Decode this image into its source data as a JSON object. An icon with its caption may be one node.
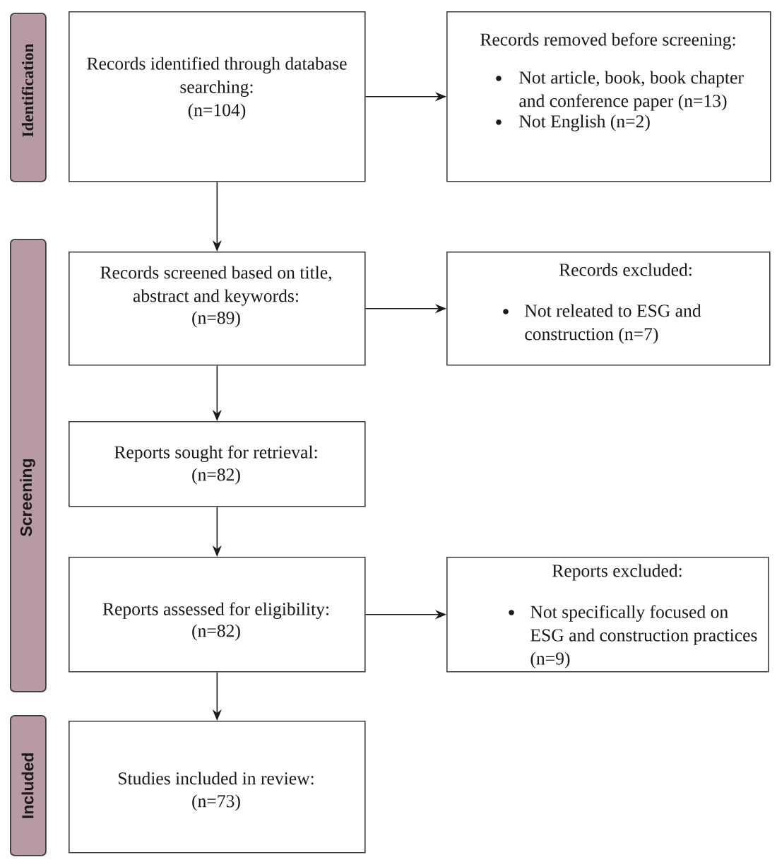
{
  "diagram": {
    "nodes": [
      {
        "text": [
          "Identification"
        ]
      },
      {
        "text": [
          "Records identified through database searching:",
          "(n=104)"
        ]
      },
      {
        "text": [
          "Records removed before screening:",
          "Not article, book, book chapter and conference paper (n=13)",
          "Not English (n=2)"
        ]
      },
      {
        "text": [
          "Screening"
        ]
      },
      {
        "text": [
          "Records screened based on title, abstract and keywords:",
          "(n=89)"
        ]
      },
      {
        "text": [
          "Records excluded:",
          "Not releated to ESG and construction (n=7)"
        ]
      },
      {
        "text": [
          "Reports sought for retrieval:",
          "(n=82)"
        ]
      },
      {
        "text": [
          "Reports assessed for eligibility:",
          "(n=82)"
        ]
      },
      {
        "text": [
          "Reports excluded:",
          "Not specifically focused on ESG and construction practices (n=9)"
        ]
      },
      {
        "text": [
          "Included"
        ]
      },
      {
        "text": [
          "Studies included in review:",
          "(n=73)"
        ]
      }
    ],
    "edges": [
      {
        "from": 1,
        "to": 2,
        "arrow": "to"
      },
      {
        "from": 1,
        "to": 4,
        "arrow": "to"
      },
      {
        "from": 4,
        "to": 5,
        "arrow": "to"
      },
      {
        "from": 4,
        "to": 6,
        "arrow": "to"
      },
      {
        "from": 6,
        "to": 7,
        "arrow": "to"
      },
      {
        "from": 7,
        "to": 8,
        "arrow": "to"
      },
      {
        "from": 7,
        "to": 10,
        "arrow": "to"
      }
    ]
  }
}
